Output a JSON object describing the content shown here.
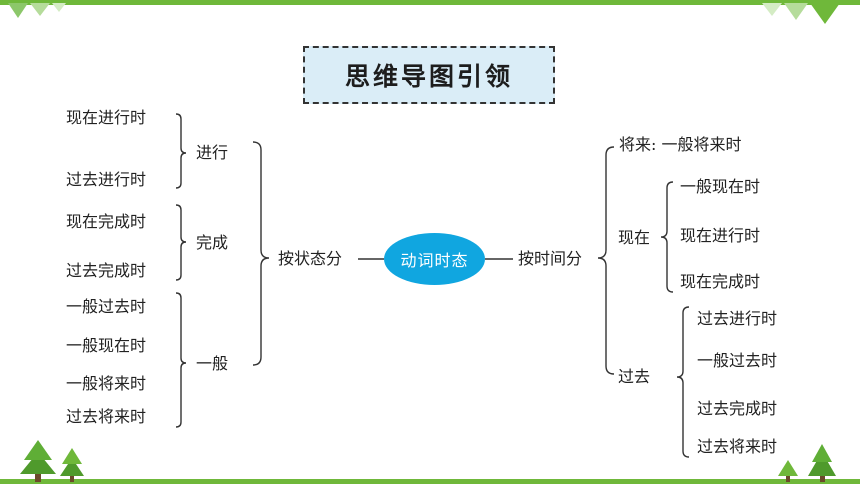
{
  "title": "思维导图引领",
  "center": "动词时态",
  "left_branch": {
    "label": "按状态分",
    "groups": [
      {
        "label": "进行",
        "items": [
          "现在进行时",
          "过去进行时"
        ]
      },
      {
        "label": "完成",
        "items": [
          "现在完成时",
          "过去完成时"
        ]
      },
      {
        "label": "一般",
        "items": [
          "一般过去时",
          "一般现在时",
          "一般将来时",
          "过去将来时"
        ]
      }
    ]
  },
  "right_branch": {
    "label": "按时间分",
    "future": "将来: 一般将来时",
    "groups": [
      {
        "label": "现在",
        "items": [
          "一般现在时",
          "现在进行时",
          "现在完成时"
        ]
      },
      {
        "label": "过去",
        "items": [
          "过去进行时",
          "一般过去时",
          "过去完成时",
          "过去将来时"
        ]
      }
    ]
  },
  "colors": {
    "accent_green": "#6fb83a",
    "title_fill": "#daedf7",
    "center_fill": "#10a6e0"
  }
}
